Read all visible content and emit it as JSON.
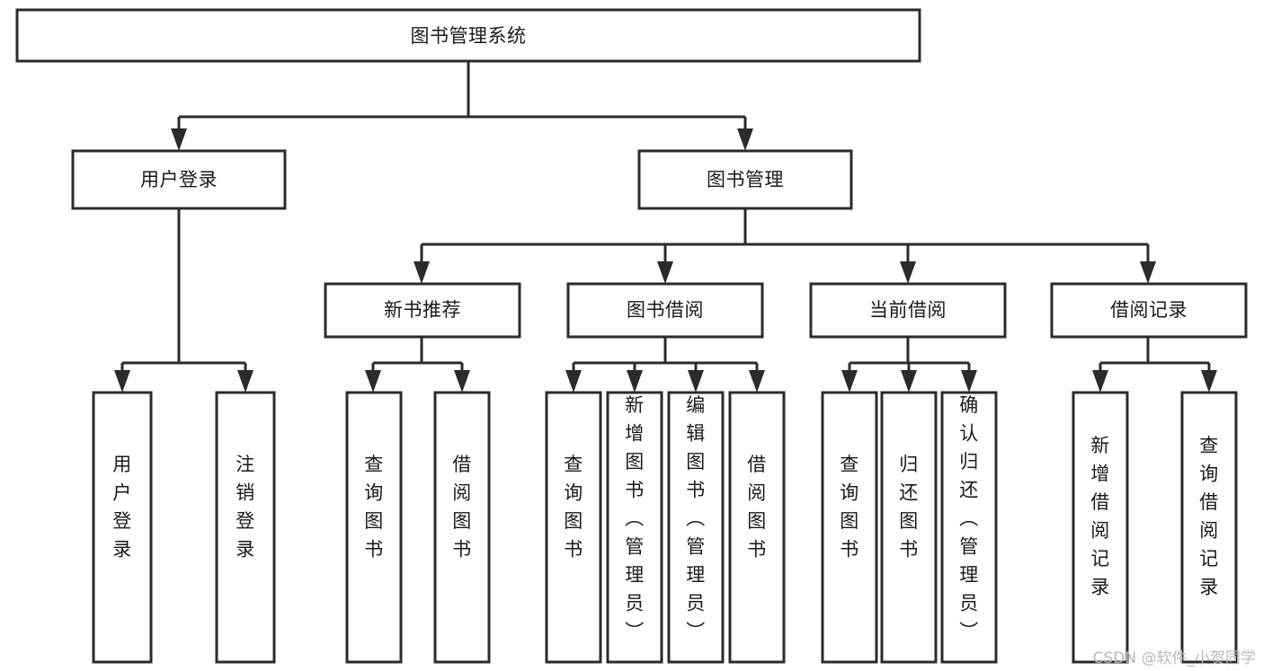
{
  "diagram": {
    "type": "tree",
    "title": "图书管理系统",
    "orientation": "top-down",
    "colors": {
      "box_stroke": "#2b2b2b",
      "box_fill": "#ffffff",
      "text": "#1a1a1a",
      "background": "#ffffff",
      "watermark": "#b9b9b9"
    },
    "nodes": {
      "root": {
        "label": "图书管理系统",
        "level": 1,
        "orientation": "horizontal"
      },
      "l2_user_login": {
        "label": "用户登录",
        "level": 2,
        "orientation": "horizontal"
      },
      "l2_book_manage": {
        "label": "图书管理",
        "level": 2,
        "orientation": "horizontal"
      },
      "l3_new_book_rec": {
        "label": "新书推荐",
        "level": 3,
        "orientation": "horizontal"
      },
      "l3_book_borrow": {
        "label": "图书借阅",
        "level": 3,
        "orientation": "horizontal"
      },
      "l3_current_borrow": {
        "label": "当前借阅",
        "level": 3,
        "orientation": "horizontal"
      },
      "l3_borrow_record": {
        "label": "借阅记录",
        "level": 3,
        "orientation": "horizontal"
      },
      "leaf_user_login": {
        "label": "用户登录",
        "level": 4,
        "orientation": "vertical"
      },
      "leaf_logout": {
        "label": "注销登录",
        "level": 4,
        "orientation": "vertical"
      },
      "leaf_query_book_1": {
        "label": "查询图书",
        "level": 4,
        "orientation": "vertical"
      },
      "leaf_borrow_book_1": {
        "label": "借阅图书",
        "level": 4,
        "orientation": "vertical"
      },
      "leaf_query_book_2": {
        "label": "查询图书",
        "level": 4,
        "orientation": "vertical"
      },
      "leaf_add_book": {
        "label": "新增图书（管理员）",
        "level": 4,
        "orientation": "vertical"
      },
      "leaf_edit_book": {
        "label": "编辑图书（管理员）",
        "level": 4,
        "orientation": "vertical"
      },
      "leaf_borrow_book_2": {
        "label": "借阅图书",
        "level": 4,
        "orientation": "vertical"
      },
      "leaf_query_book_3": {
        "label": "查询图书",
        "level": 4,
        "orientation": "vertical"
      },
      "leaf_return_book": {
        "label": "归还图书",
        "level": 4,
        "orientation": "vertical"
      },
      "leaf_confirm_return": {
        "label": "确认归还（管理员）",
        "level": 4,
        "orientation": "vertical"
      },
      "leaf_add_record": {
        "label": "新增借阅记录",
        "level": 4,
        "orientation": "vertical"
      },
      "leaf_query_record": {
        "label": "查询借阅记录",
        "level": 4,
        "orientation": "vertical"
      }
    },
    "edges": [
      {
        "from": "root",
        "to": "l2_user_login"
      },
      {
        "from": "root",
        "to": "l2_book_manage"
      },
      {
        "from": "l2_user_login",
        "to": "leaf_user_login"
      },
      {
        "from": "l2_user_login",
        "to": "leaf_logout"
      },
      {
        "from": "l2_book_manage",
        "to": "l3_new_book_rec"
      },
      {
        "from": "l2_book_manage",
        "to": "l3_book_borrow"
      },
      {
        "from": "l2_book_manage",
        "to": "l3_current_borrow"
      },
      {
        "from": "l2_book_manage",
        "to": "l3_borrow_record"
      },
      {
        "from": "l3_new_book_rec",
        "to": "leaf_query_book_1"
      },
      {
        "from": "l3_new_book_rec",
        "to": "leaf_borrow_book_1"
      },
      {
        "from": "l3_book_borrow",
        "to": "leaf_query_book_2"
      },
      {
        "from": "l3_book_borrow",
        "to": "leaf_add_book"
      },
      {
        "from": "l3_book_borrow",
        "to": "leaf_edit_book"
      },
      {
        "from": "l3_book_borrow",
        "to": "leaf_borrow_book_2"
      },
      {
        "from": "l3_current_borrow",
        "to": "leaf_query_book_3"
      },
      {
        "from": "l3_current_borrow",
        "to": "leaf_return_book"
      },
      {
        "from": "l3_current_borrow",
        "to": "leaf_confirm_return"
      },
      {
        "from": "l3_borrow_record",
        "to": "leaf_add_record"
      },
      {
        "from": "l3_borrow_record",
        "to": "leaf_query_record"
      }
    ]
  },
  "watermark": {
    "text": "CSDN @软件_小贺同学"
  }
}
